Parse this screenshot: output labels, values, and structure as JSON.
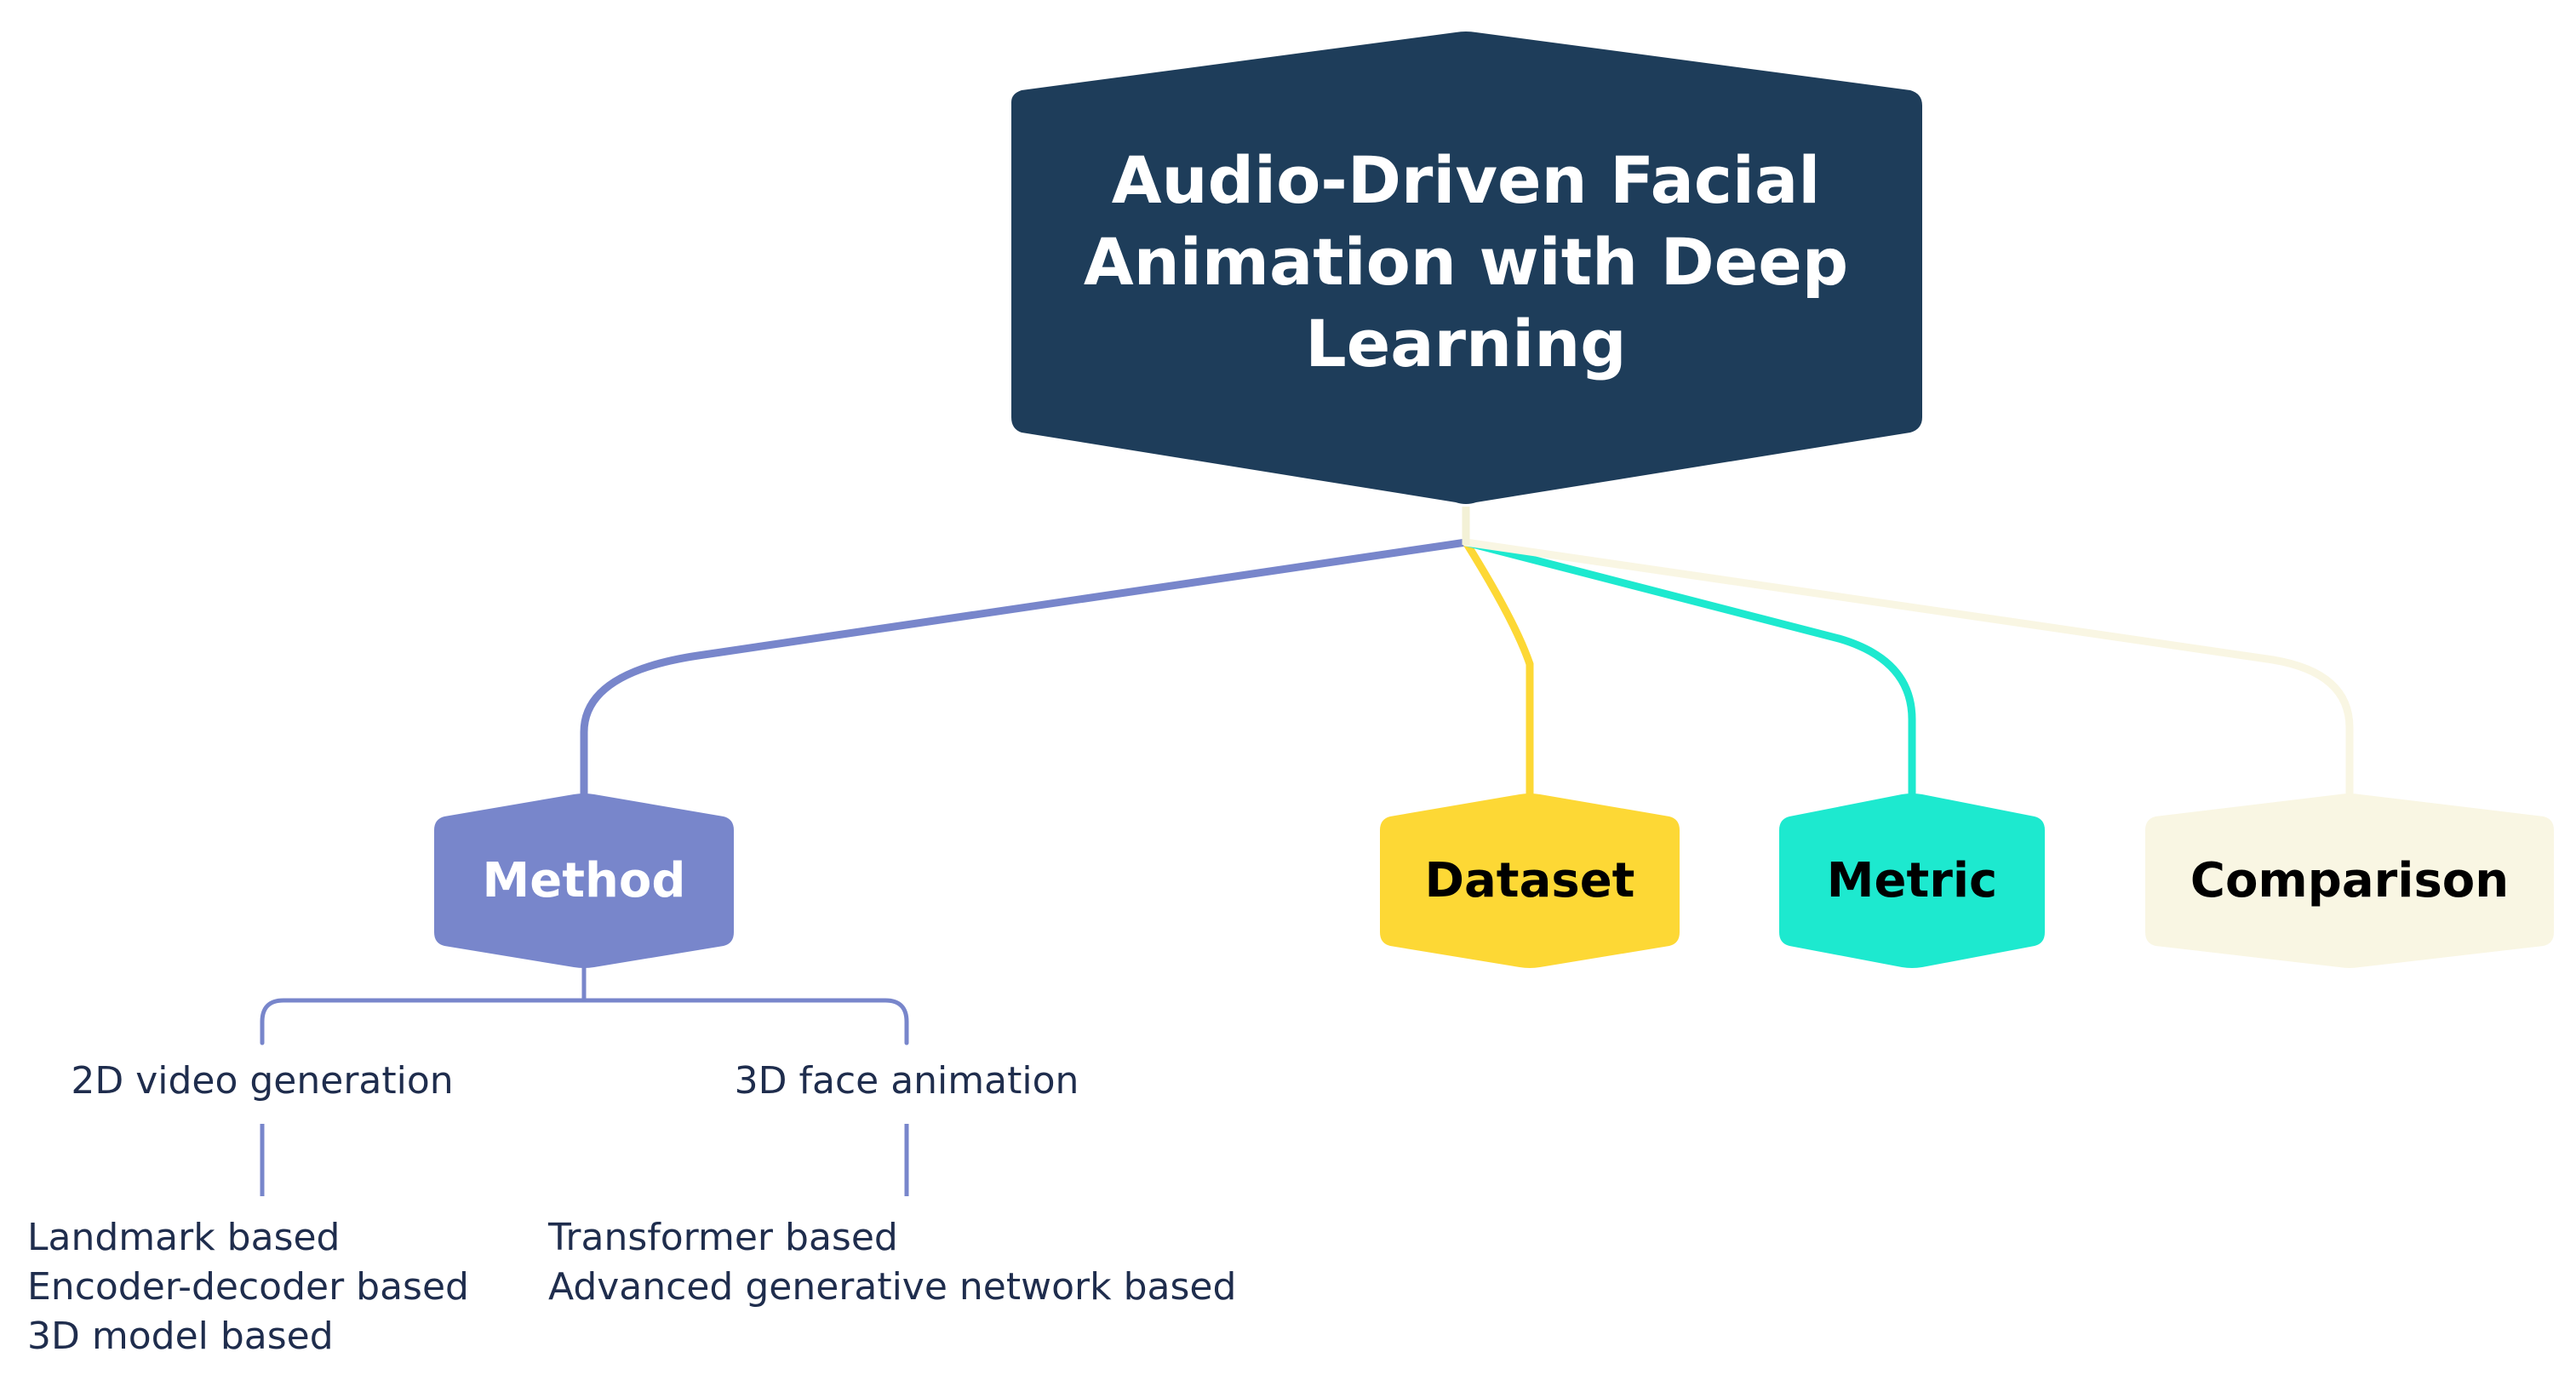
{
  "root": {
    "title_lines": [
      "Audio-Driven Facial",
      "Animation with Deep",
      "Learning"
    ]
  },
  "branches": [
    {
      "label": "Method",
      "color": "#7886cb",
      "text_color": "#ffffff"
    },
    {
      "label": "Dataset",
      "color": "#fdd835",
      "text_color": "#000000"
    },
    {
      "label": "Metric",
      "color": "#1de9cf",
      "text_color": "#000000"
    },
    {
      "label": "Comparison",
      "color": "#f9f6e3",
      "text_color": "#000000"
    }
  ],
  "method": {
    "children": [
      {
        "label": "2D video generation",
        "items": [
          "Landmark based",
          "Encoder-decoder based",
          "3D model based"
        ]
      },
      {
        "label": "3D face animation",
        "items": [
          "Transformer based",
          "Advanced generative network based"
        ]
      }
    ]
  },
  "colors": {
    "root_fill": "#1e3d5a",
    "root_text": "#ffffff",
    "leaf_text": "#1f2d4d"
  }
}
